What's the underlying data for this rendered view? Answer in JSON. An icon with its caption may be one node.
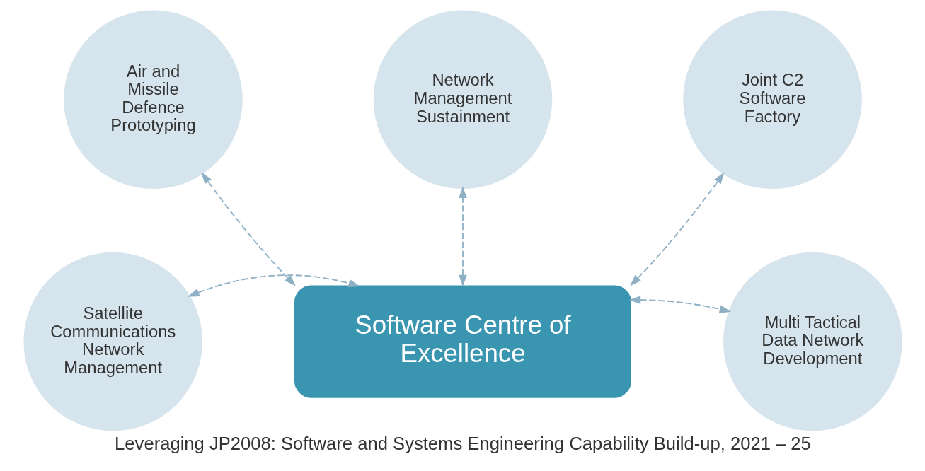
{
  "diagram": {
    "caption": "Leveraging JP2008: Software and Systems Engineering Capability Build-up, 2021 – 25",
    "nodes": [
      {
        "text": [
          "Air and Missile Defence Prototyping"
        ]
      },
      {
        "text": [
          "Network Management Sustainment"
        ]
      },
      {
        "text": [
          "Joint C2 Software Factory"
        ]
      },
      {
        "text": [
          "Satellite Communications Network Management"
        ]
      },
      {
        "text": [
          "Software Centre of Excellence"
        ]
      },
      {
        "text": [
          "Multi Tactical Data Network Development"
        ]
      }
    ],
    "edges": [
      {
        "from": 4,
        "to": 0,
        "arrow": "both",
        "style": "dashed"
      },
      {
        "from": 4,
        "to": 1,
        "arrow": "both",
        "style": "dashed"
      },
      {
        "from": 4,
        "to": 2,
        "arrow": "both",
        "style": "dashed"
      },
      {
        "from": 3,
        "to": 4,
        "arrow": "both",
        "style": "dashed"
      },
      {
        "from": 4,
        "to": 5,
        "arrow": "both",
        "style": "dashed"
      }
    ]
  }
}
